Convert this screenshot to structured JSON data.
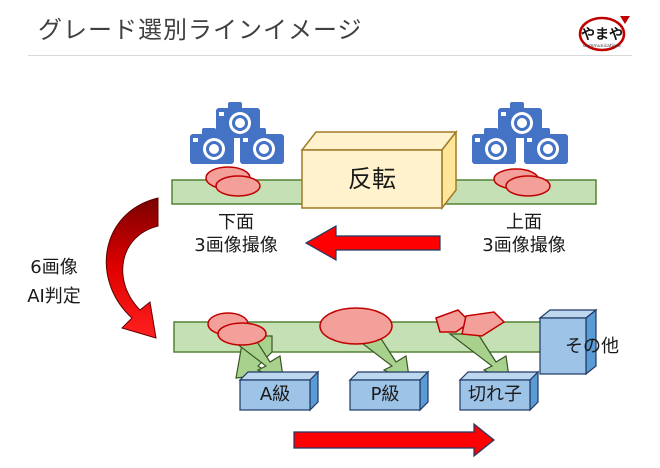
{
  "title": "グレード選別ラインイメージ",
  "logo": {
    "text": "やまや",
    "subtext": "Communications"
  },
  "labels": {
    "flip": "反転",
    "bottom_line1": "下面",
    "bottom_line2": "3画像撮像",
    "top_line1": "上面",
    "top_line2": "3画像撮像",
    "ai_line1": "6画像",
    "ai_line2": "AI判定",
    "grade_a": "A級",
    "grade_p": "P級",
    "grade_cut": "切れ子",
    "other": "その他"
  },
  "colors": {
    "conveyor": "#c5e0b4",
    "conveyor_border": "#548235",
    "camera": "#4472c4",
    "arrow_red": "#ff0000",
    "cod_roe": "#f4a09a",
    "box_blue": "#9dc3e6",
    "flip_box": "#fff2cc"
  }
}
